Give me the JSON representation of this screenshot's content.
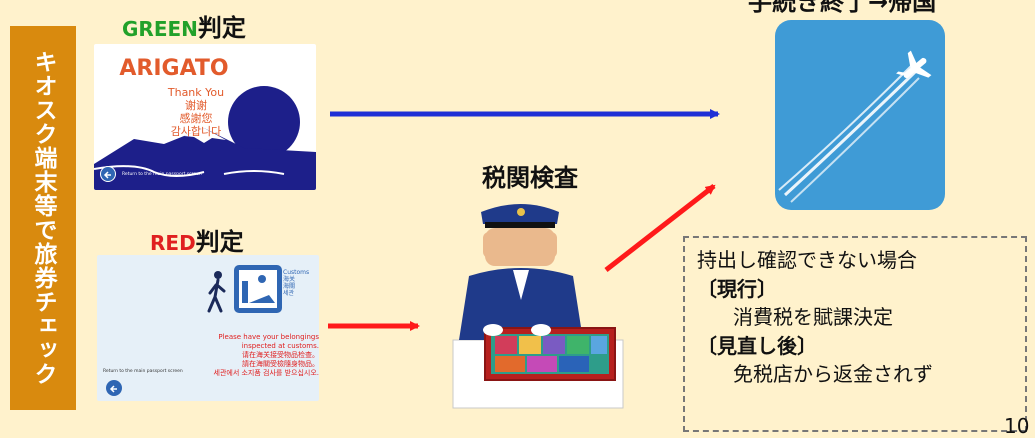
{
  "side_label": "キオスク端末等で旅券チェック",
  "green": {
    "heading_colored": "GREEN",
    "heading_rest": "判定",
    "screen": {
      "title": "ARIGATO",
      "lines": [
        "Thank You",
        "谢谢",
        "感謝您",
        "감사합니다"
      ],
      "return_text": "Return to the main passport screen"
    }
  },
  "red": {
    "heading_colored": "RED",
    "heading_rest": "判定",
    "screen": {
      "customs_lines": [
        "Customs",
        "海关",
        "海關",
        "세관"
      ],
      "message_lines": [
        "Please have your belongings",
        "inspected at customs.",
        "请在海关接受物品检查。",
        "請在海關受檢隨身物品。",
        "세관에서 소지품 검사를 받으십시오."
      ],
      "return_text": "Return to the main passport screen"
    }
  },
  "inspection": {
    "heading": "税関検査"
  },
  "departure": {
    "heading_partial": "手続き終了→帰国"
  },
  "note": {
    "line1": "持出し確認できない場合",
    "current_label": "〔現行〕",
    "current_text": "消費税を賦課決定",
    "revised_label": "〔見直し後〕",
    "revised_text": "免税店から返金されず"
  },
  "page_number": "10",
  "colors": {
    "side_label_bg": "#d98a0e",
    "page_bg": "#fff2cc",
    "green_text": "#22a12a",
    "red_text": "#e02020",
    "blue_arrow": "#1f2fd6",
    "red_arrow": "#ff1a1a"
  }
}
